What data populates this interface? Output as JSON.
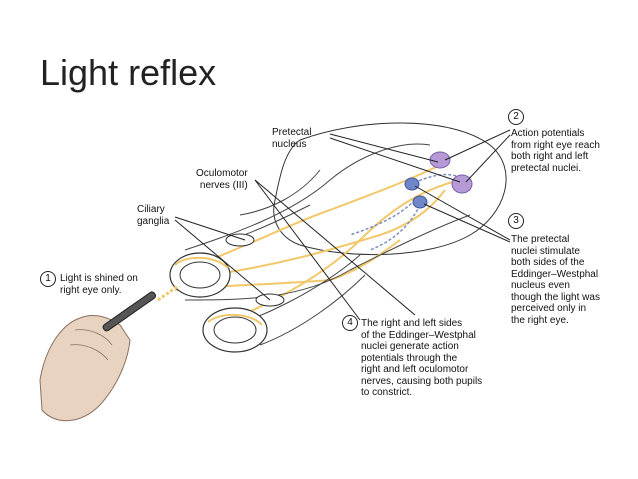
{
  "title": "Light reflex",
  "labels": {
    "pretectal_nucleus": [
      "Pretectal",
      "nucleus"
    ],
    "oculomotor_nerves": [
      "Oculomotor",
      "nerves (III)"
    ],
    "ciliary_ganglia": [
      "Ciliary",
      "ganglia"
    ]
  },
  "steps": [
    {
      "num": "1",
      "lines": [
        "Light is shined on",
        "right eye only."
      ]
    },
    {
      "num": "2",
      "lines": [
        "Action potentials",
        "from right eye reach",
        "both right and left",
        "pretectal nuclei."
      ]
    },
    {
      "num": "3",
      "lines": [
        "The pretectal",
        "nuclei stimulate",
        "both sides of the",
        "Eddinger–Westphal",
        "nucleus even",
        "though the light was",
        "perceived only in",
        "the right eye."
      ]
    },
    {
      "num": "4",
      "lines": [
        "The right and left sides",
        "of the Eddinger–Westphal",
        "nuclei generate action",
        "potentials through the",
        "right and left oculomotor",
        "nerves, causing both pupils",
        "to constrict."
      ]
    }
  ],
  "colors": {
    "nerve_outline": "#333333",
    "nerve_path": "#f2c86a",
    "signal_path": "#7a8fc0",
    "nucleus": "#b59ad6",
    "nucleus_blue": "#6f86c9",
    "hand": "#e8d2c0"
  }
}
